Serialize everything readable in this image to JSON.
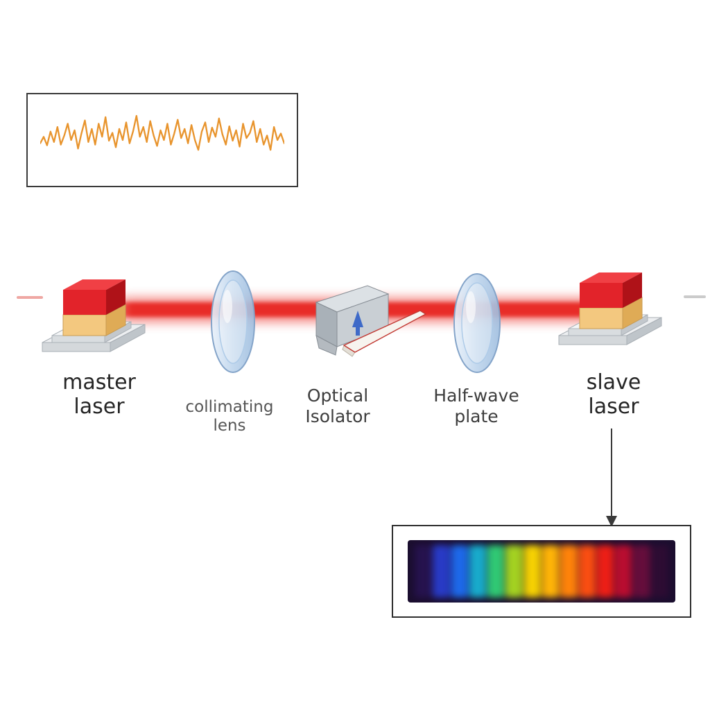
{
  "labels": {
    "master_laser": "master\nlaser",
    "collimating_lens": "collimating\nlens",
    "optical_isolator": "Optical\nIsolator",
    "half_wave_plate": "Half-wave\nplate",
    "slave_laser": "slave\nlaser"
  },
  "colors": {
    "waveform": "#E8942D",
    "beam": "#E8261F",
    "laser_red": "#E2232A",
    "laser_gain_tan": "#F3C87F",
    "mount_gray": "#D4D8DB",
    "lens_blue": "#BDD4EC",
    "lens_stroke": "#84A4C9",
    "isolator_gray": "#C9CFD4",
    "isolator_arrow_blue": "#3E6AC8",
    "arrow": "#3a3a3a",
    "box_border": "#2f2f2f"
  },
  "waveform": {
    "color": "#E8942D",
    "points": [
      60,
      50,
      63,
      42,
      58,
      35,
      62,
      48,
      30,
      55,
      40,
      68,
      45,
      25,
      58,
      38,
      62,
      30,
      50,
      20,
      56,
      44,
      66,
      38,
      55,
      28,
      60,
      42,
      18,
      50,
      35,
      58,
      26,
      48,
      64,
      40,
      55,
      30,
      62,
      45,
      24,
      52,
      38,
      60,
      32,
      55,
      70,
      42,
      28,
      58,
      36,
      50,
      22,
      46,
      62,
      34,
      56,
      40,
      65,
      30,
      52,
      44,
      26,
      58,
      38,
      62,
      48,
      70,
      35,
      55,
      45,
      60
    ]
  },
  "spectrum": {
    "background": "#1A0D2E",
    "colors": [
      "#241347",
      "#2B3BB4",
      "#2668D8",
      "#27A7C4",
      "#3FC47A",
      "#A7CF35",
      "#F0D01C",
      "#F6B41E",
      "#F2851C",
      "#E8521D",
      "#D8241D",
      "#A81230",
      "#5C1038",
      "#2A0D2F"
    ]
  }
}
